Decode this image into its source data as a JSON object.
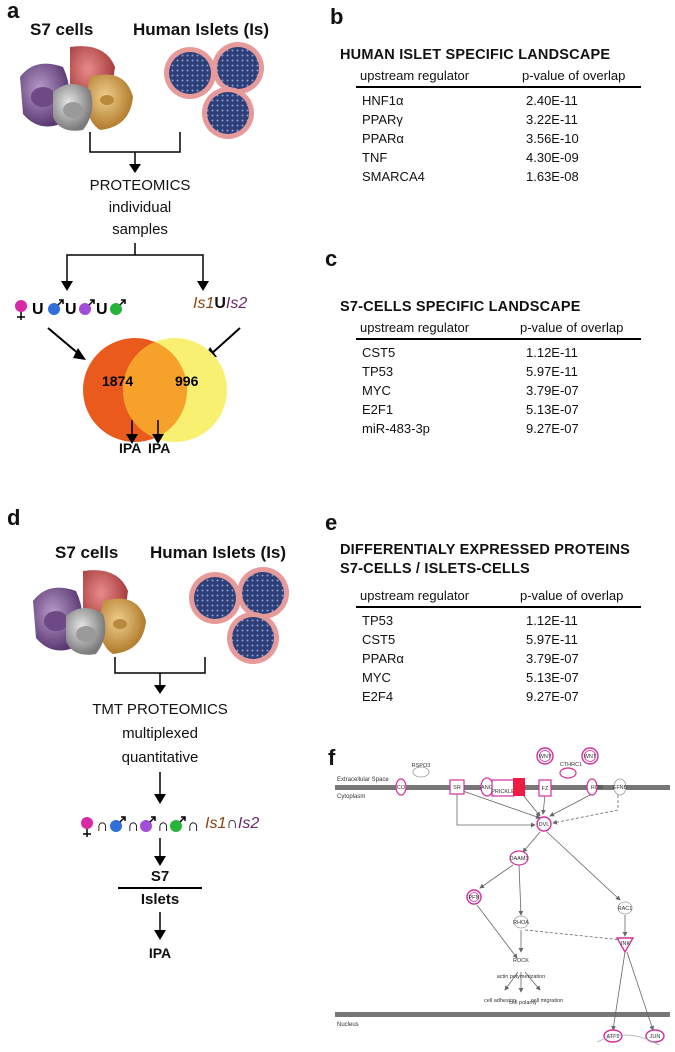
{
  "panels": {
    "a": {
      "label": "a",
      "s7_title": "S7 cells",
      "islets_title": "Human Islets (Is)",
      "proteomics_lines": [
        "PROTEOMICS",
        "individual",
        "samples"
      ],
      "venn_left_value": "1874",
      "venn_right_value": "996",
      "ipa_left": "IPA",
      "ipa_right": "IPA",
      "union_left": "U",
      "union_right_parts": [
        "Is1",
        "U",
        "Is2"
      ]
    },
    "b": {
      "label": "b",
      "title": "HUMAN ISLET SPECIFIC LANDSCAPE",
      "col1": "upstream regulator",
      "col2": "p-value of overlap",
      "rows": [
        {
          "reg": "HNF1α",
          "p": "2.40E-11"
        },
        {
          "reg": "PPARγ",
          "p": "3.22E-11"
        },
        {
          "reg": "PPARα",
          "p": "3.56E-10"
        },
        {
          "reg": "TNF",
          "p": "4.30E-09"
        },
        {
          "reg": "SMARCA4",
          "p": "1.63E-08"
        }
      ]
    },
    "c": {
      "label": "c",
      "title": "S7-CELLS SPECIFIC LANDSCAPE",
      "col1": "upstream regulator",
      "col2": "p-value of overlap",
      "rows": [
        {
          "reg": "CST5",
          "p": "1.12E-11"
        },
        {
          "reg": "TP53",
          "p": "5.97E-11"
        },
        {
          "reg": "MYC",
          "p": "3.79E-07"
        },
        {
          "reg": "E2F1",
          "p": "5.13E-07"
        },
        {
          "reg": "miR-483-3p",
          "p": "9.27E-07"
        }
      ]
    },
    "d": {
      "label": "d",
      "s7_title": "S7 cells",
      "islets_title": "Human Islets (Is)",
      "tmt_lines": [
        "TMT PROTEOMICS",
        "multiplexed",
        "quantitative"
      ],
      "intersect_parts": [
        "Is1",
        "∩",
        "Is2"
      ],
      "ratio_top": "S7",
      "ratio_bottom": "Islets",
      "ipa": "IPA"
    },
    "e": {
      "label": "e",
      "title_line1": "DIFFERENTIALY EXPRESSED PROTEINS",
      "title_line2": "S7-CELLS / ISLETS-CELLS",
      "col1": "upstream regulator",
      "col2": "p-value of overlap",
      "rows": [
        {
          "reg": "TP53",
          "p": "1.12E-11"
        },
        {
          "reg": "CST5",
          "p": "5.97E-11"
        },
        {
          "reg": "PPARα",
          "p": "3.79E-07"
        },
        {
          "reg": "MYC",
          "p": "5.13E-07"
        },
        {
          "reg": "E2F4",
          "p": "9.27E-07"
        }
      ]
    },
    "f": {
      "label": "f",
      "extracellular": "Extracellular Space",
      "cytoplasm": "Cytoplasm",
      "nucleus": "Nucleus",
      "nodes": {
        "rspo3": "RSPO3",
        "sr": "SR",
        "ang": "ANG",
        "prickle": "PRICKLE",
        "fz": "FZ",
        "wnt1": "WNT",
        "wnt2": "WNT",
        "cthrc1": "CTHRC1",
        "ror": "ROR",
        "efnb": "EFNB",
        "dvl": "DVL",
        "daam1": "DAAM1",
        "pfn": "PFN",
        "rhoa": "RHOA",
        "rock": "ROCK",
        "rac1": "RAC1",
        "jnk": "JNK",
        "actin": "actin polymerization",
        "adhesion": "cell adhesion",
        "polarity": "cell polarity",
        "migration": "cell migration",
        "atf2": "ATF2",
        "jun": "JUN"
      }
    }
  },
  "colors": {
    "venn_left": "#ea5a1c",
    "venn_right": "#f8f070",
    "venn_overlap": "#f5a12a",
    "magenta": "#d0309c",
    "female": "#d82aa5",
    "male_blue": "#2f6fd8",
    "male_purple": "#a14fd6",
    "male_green": "#27b43a",
    "is1": "#8b4513",
    "is2": "#6a2a6a"
  }
}
